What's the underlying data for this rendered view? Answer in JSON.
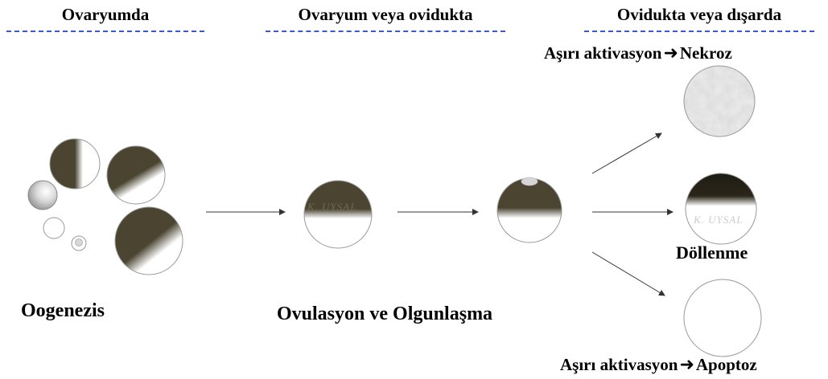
{
  "headings": {
    "ovary": "Ovaryumda",
    "ovary_or_oviduct": "Ovaryum veya ovidukta",
    "oviduct_or_outside": "Ovidukta veya dışarda"
  },
  "outcomes": {
    "necrosis": {
      "prefix": "Aşırı aktivasyon",
      "result": "Nekroz"
    },
    "fertilization": "Döllenme",
    "apoptosis": {
      "prefix": "Aşırı aktivasyon",
      "result": "Apoptoz"
    }
  },
  "stages": {
    "oogenesis": "Oogenezis",
    "ovulation": "Ovulasyon ve Olgunlaşma"
  },
  "watermark": "K. UYSAL",
  "colors": {
    "cytoplasm_dark": "#4a4431",
    "heading_underline": "#3a5bc7",
    "arrow": "#333333"
  }
}
